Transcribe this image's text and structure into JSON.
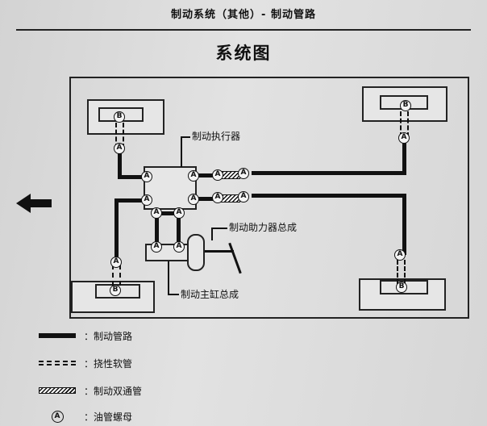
{
  "header": {
    "text": "制动系统（其他）- 制动管路"
  },
  "title": "系统图",
  "labels": {
    "actuator": "制动执行器",
    "booster": "制动助力器总成",
    "master_cylinder": "制动主缸总成"
  },
  "nut_letter": "A",
  "hose_letter": "B",
  "legend": [
    {
      "symbol": "solid",
      "text": "：制动管路"
    },
    {
      "symbol": "hose",
      "text": "：挠性软管"
    },
    {
      "symbol": "double",
      "text": "：制动双通管"
    },
    {
      "symbol": "nut",
      "letter": "A",
      "text": "：油管螺母"
    }
  ]
}
